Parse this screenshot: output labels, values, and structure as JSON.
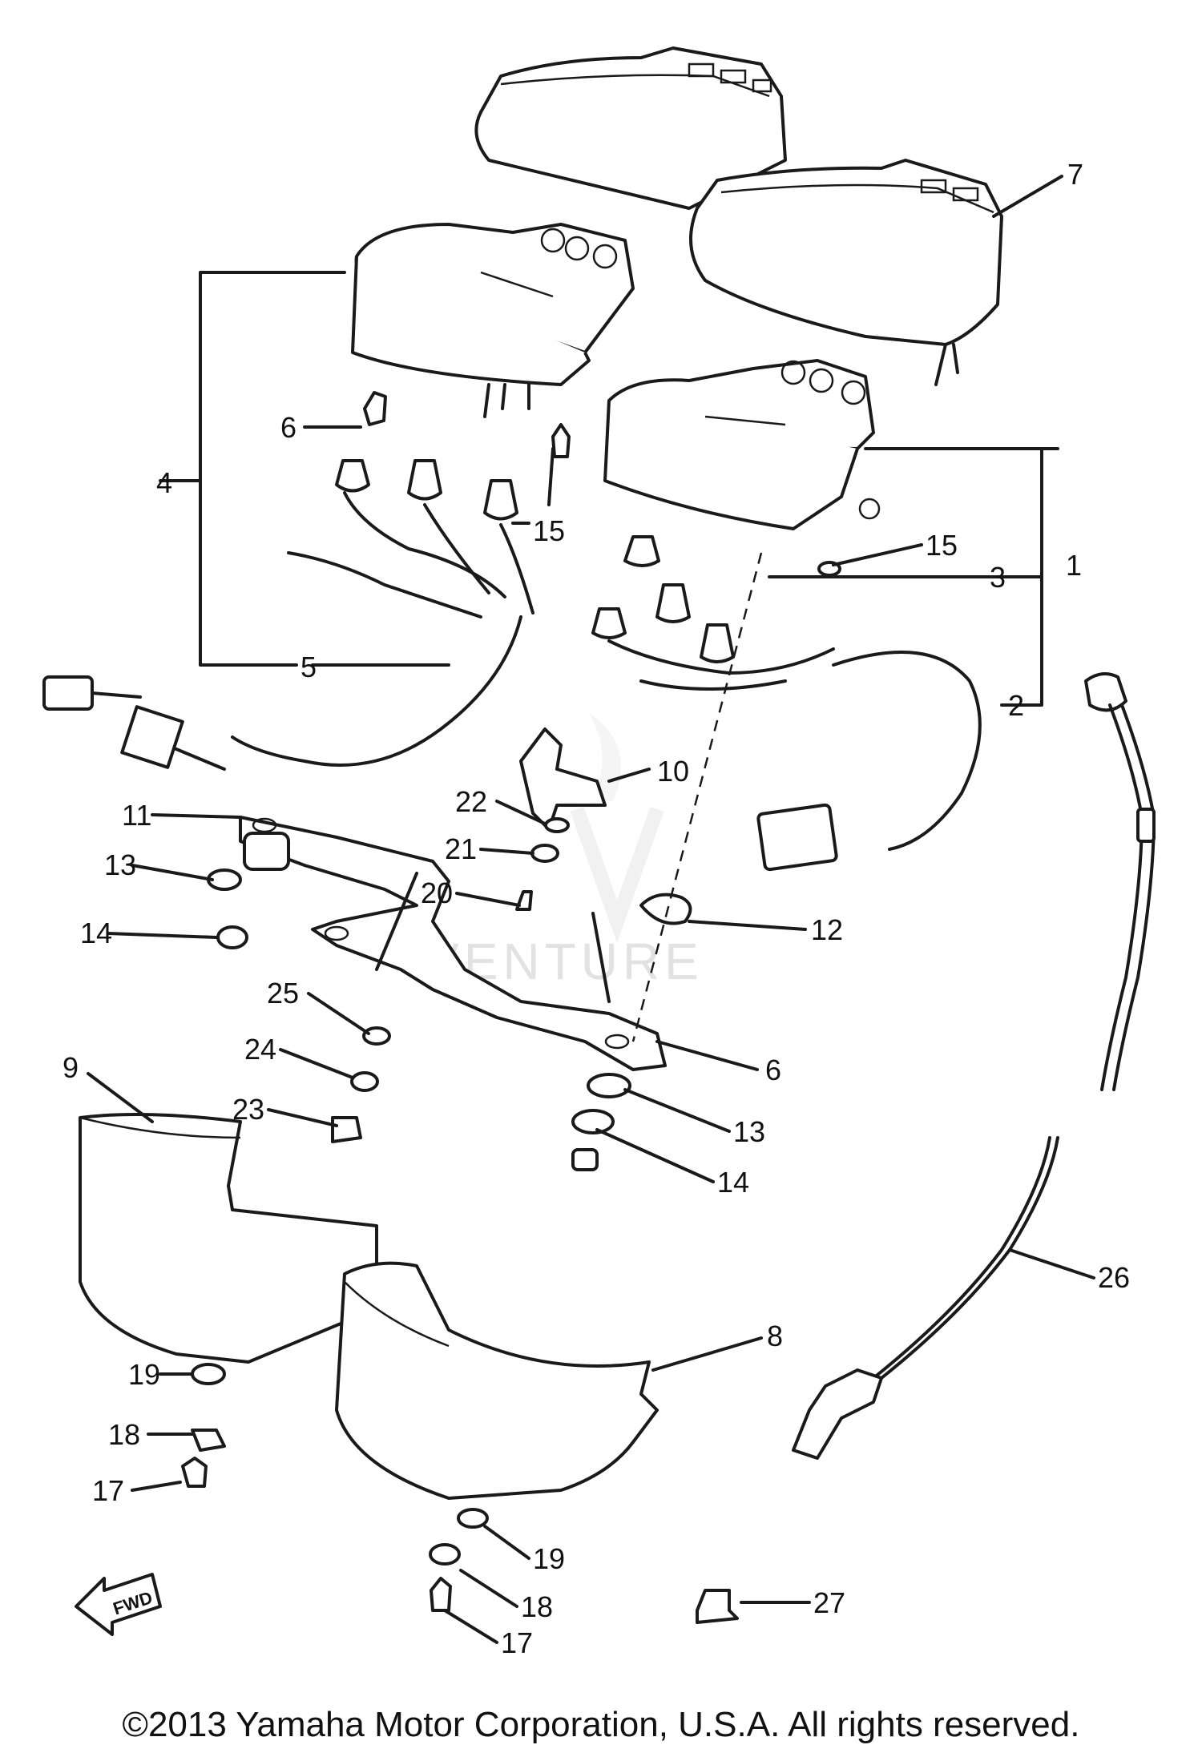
{
  "callouts": [
    "1",
    "2",
    "3",
    "4",
    "5",
    "6",
    "6",
    "7",
    "8",
    "9",
    "10",
    "11",
    "12",
    "13",
    "13",
    "14",
    "14",
    "15",
    "15",
    "17",
    "17",
    "18",
    "18",
    "19",
    "19",
    "20",
    "21",
    "22",
    "23",
    "24",
    "25",
    "26",
    "27"
  ],
  "fwd_label": "FWD",
  "watermark": "VENTURE",
  "copyright": "©2013 Yamaha Motor Corporation, U.S.A. All rights reserved."
}
